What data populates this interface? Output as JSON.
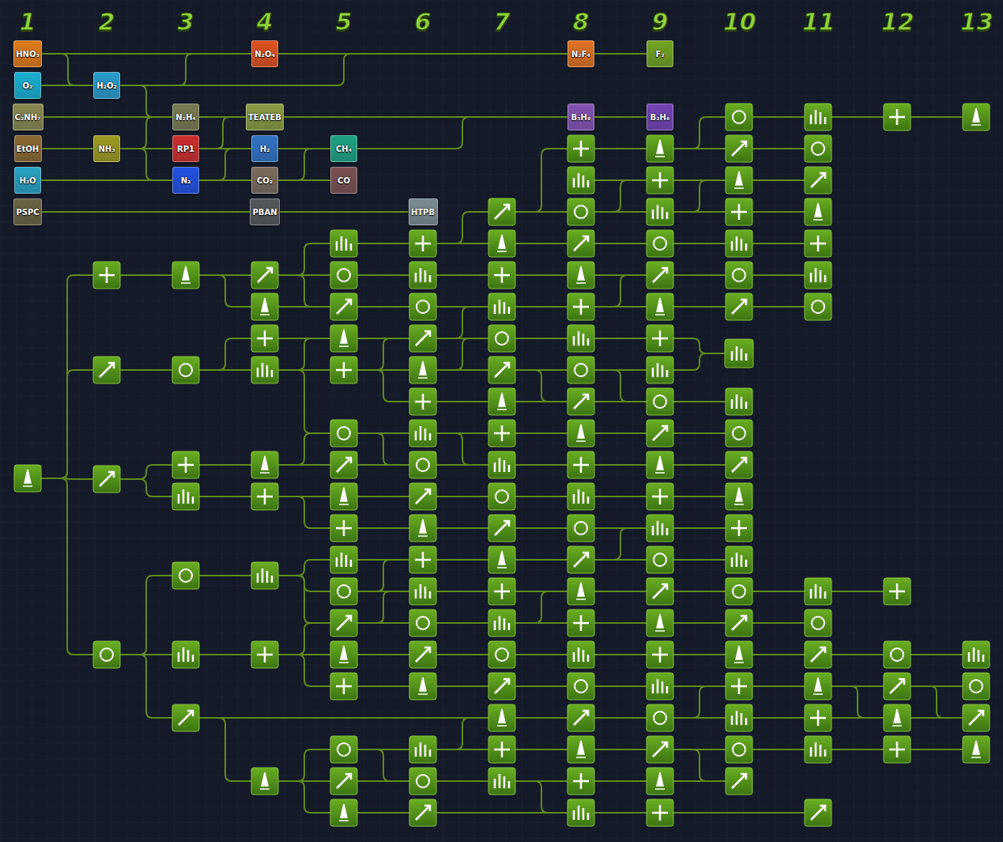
{
  "diagram": {
    "nodes": [
      {
        "text": [
          "HNO₃"
        ]
      },
      {
        "text": [
          "O₂"
        ]
      },
      {
        "text": [
          "C₂NH₇"
        ]
      },
      {
        "text": [
          "EtOH"
        ]
      },
      {
        "text": [
          "H₂O"
        ]
      },
      {
        "text": [
          "PSPC"
        ]
      },
      {
        "text": [
          "H₂O₂"
        ]
      },
      {
        "text": [
          "NH₃"
        ]
      },
      {
        "text": [
          "N₂H₄"
        ]
      },
      {
        "text": [
          "RP1"
        ]
      },
      {
        "text": [
          "N₂"
        ]
      },
      {
        "text": [
          "N₂O₄"
        ]
      },
      {
        "text": [
          "TEATEB"
        ]
      },
      {
        "text": [
          "H₂"
        ]
      },
      {
        "text": [
          "CO₂"
        ]
      },
      {
        "text": [
          "PBAN"
        ]
      },
      {
        "text": [
          "CH₄"
        ]
      },
      {
        "text": [
          "CO"
        ]
      },
      {
        "text": [
          "HTPB"
        ]
      },
      {
        "text": [
          "N₂F₄"
        ]
      },
      {
        "text": [
          "F₂"
        ]
      },
      {
        "text": [
          "B₅H₉"
        ]
      },
      {
        "text": [
          "B₂H₆"
        ]
      }
    ],
    "edges": [
      {
        "from": 0,
        "to": 11,
        "arrow": "none"
      },
      {
        "from": 0,
        "to": 6,
        "arrow": "none"
      },
      {
        "from": 1,
        "to": 6,
        "arrow": "none"
      },
      {
        "from": 6,
        "to": 11,
        "arrow": "none"
      },
      {
        "from": 6,
        "to": 19,
        "arrow": "none"
      },
      {
        "from": 6,
        "to": 8,
        "arrow": "none"
      },
      {
        "from": 2,
        "to": 8,
        "arrow": "none"
      },
      {
        "from": 3,
        "to": 7,
        "arrow": "none"
      },
      {
        "from": 7,
        "to": 8,
        "arrow": "none"
      },
      {
        "from": 7,
        "to": 9,
        "arrow": "none"
      },
      {
        "from": 7,
        "to": 10,
        "arrow": "none"
      },
      {
        "from": 4,
        "to": 10,
        "arrow": "none"
      },
      {
        "from": 8,
        "to": 12,
        "arrow": "none"
      },
      {
        "from": 9,
        "to": 12,
        "arrow": "none"
      },
      {
        "from": 9,
        "to": 13,
        "arrow": "none"
      },
      {
        "from": 10,
        "to": 13,
        "arrow": "none"
      },
      {
        "from": 10,
        "to": 14,
        "arrow": "none"
      },
      {
        "from": 13,
        "to": 16,
        "arrow": "none"
      },
      {
        "from": 14,
        "to": 16,
        "arrow": "none"
      },
      {
        "from": 14,
        "to": 17,
        "arrow": "none"
      },
      {
        "from": 12,
        "to": 21,
        "arrow": "none"
      },
      {
        "from": 16,
        "to": 21,
        "arrow": "none"
      },
      {
        "from": 21,
        "to": 22,
        "arrow": "none"
      },
      {
        "from": 11,
        "to": 19,
        "arrow": "none"
      },
      {
        "from": 19,
        "to": 20,
        "arrow": "none"
      },
      {
        "from": 5,
        "to": 15,
        "arrow": "none"
      },
      {
        "from": 15,
        "to": 18,
        "arrow": "none"
      }
    ],
    "labels": [
      "1",
      "2",
      "3",
      "4",
      "5",
      "6",
      "7",
      "8",
      "9",
      "10",
      "11",
      "12",
      "13"
    ]
  }
}
